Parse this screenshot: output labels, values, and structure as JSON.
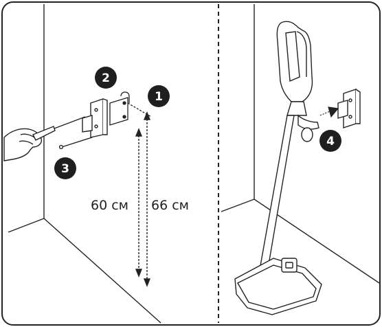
{
  "steps": {
    "one": "1",
    "two": "2",
    "three": "3",
    "four": "4"
  },
  "dimensions": {
    "lower_height": "60 см",
    "upper_height": "66 см"
  },
  "icons": {
    "screwdriver": "screwdriver-icon",
    "hand": "hand-icon",
    "bracket": "wall-bracket-icon",
    "screw": "screw-icon",
    "vacuum": "stick-vacuum-icon",
    "station": "charging-station-icon",
    "arrow": "attach-arrow-icon"
  },
  "colors": {
    "line": "#1a1a1a",
    "step_badge": "#1f1f1f",
    "background": "#ffffff"
  }
}
